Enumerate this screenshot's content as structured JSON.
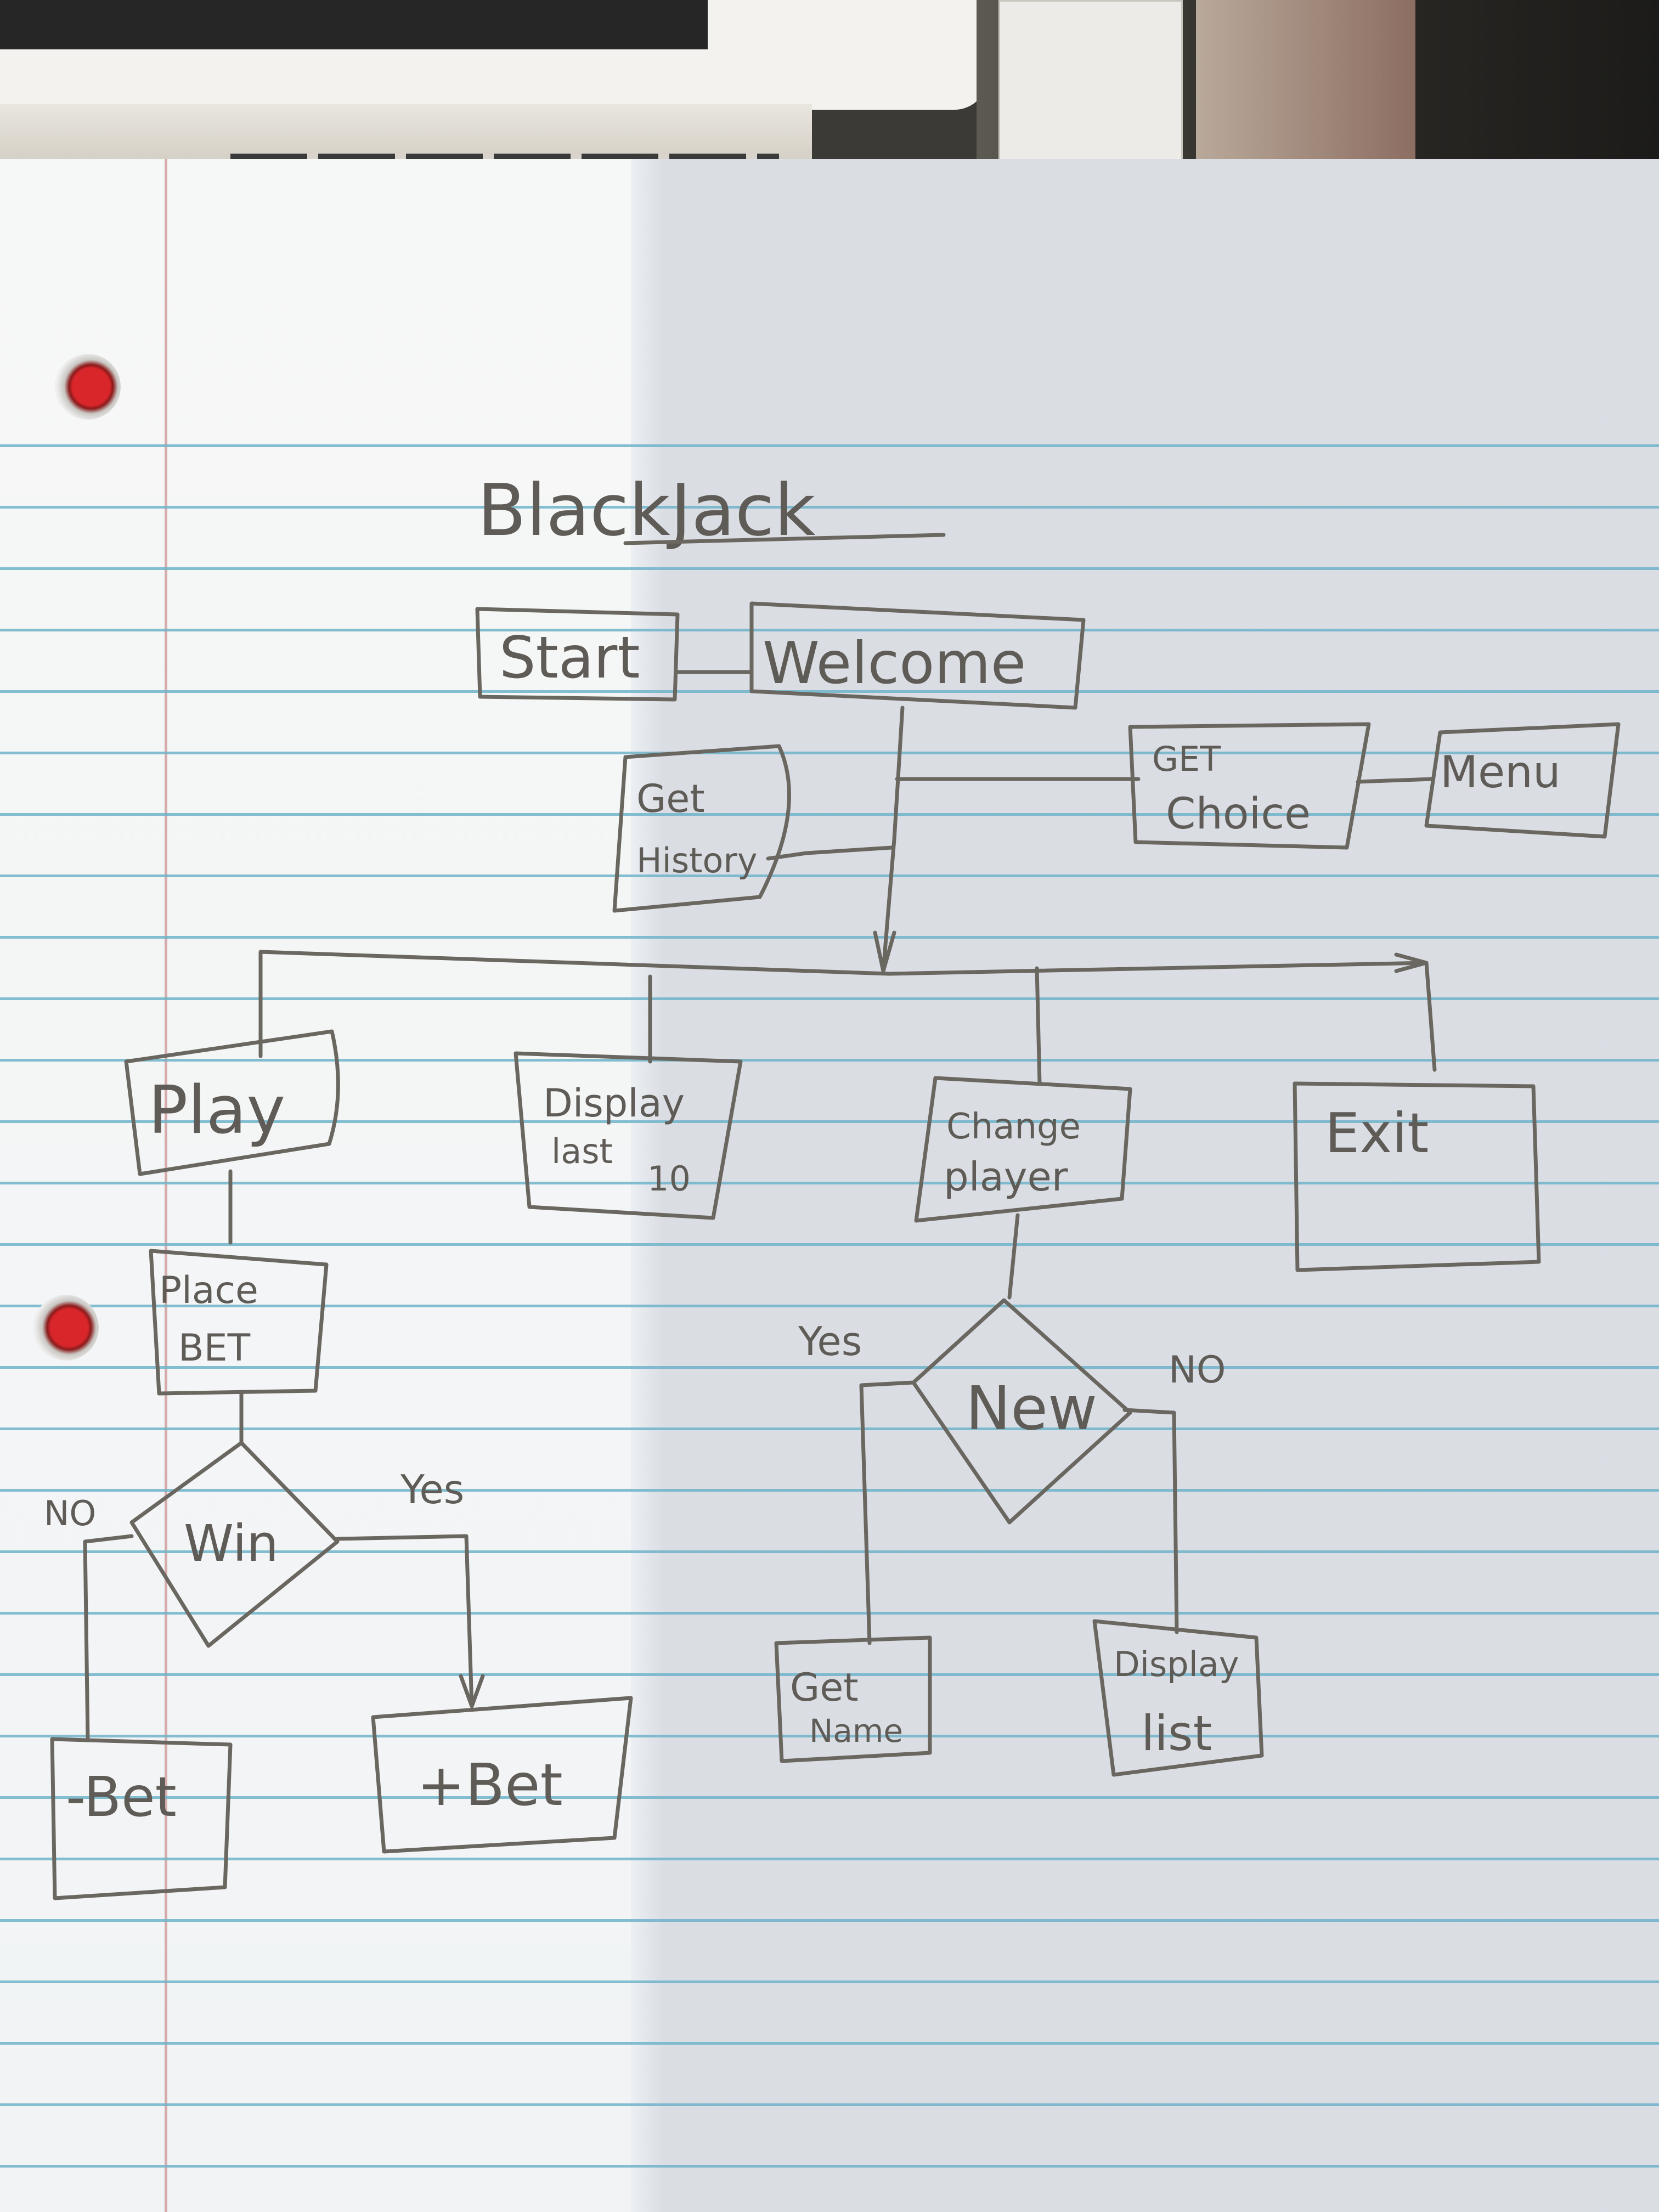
{
  "diagram": {
    "title": "BlackJack",
    "nodes": {
      "start": "Start",
      "welcome": "Welcome",
      "get_choice": [
        "GET",
        "Choice"
      ],
      "menu": "Menu",
      "get_history": [
        "Get",
        "History"
      ],
      "play": "Play",
      "display_last_10": [
        "Display",
        "last",
        "10"
      ],
      "change_player": [
        "Change",
        "player"
      ],
      "exit": "Exit",
      "place_bet": [
        "Place",
        "BET"
      ],
      "win": "Win",
      "minus_bet": "-Bet",
      "plus_bet": "+Bet",
      "new": "New",
      "get_name": [
        "Get",
        "Name"
      ],
      "display_list": [
        "Display",
        "list"
      ]
    },
    "edge_labels": {
      "win_no": "NO",
      "win_yes": "Yes",
      "new_yes": "Yes",
      "new_no": "NO"
    }
  },
  "colors": {
    "ink": "#6a6660",
    "paper": "#eceff3",
    "rule": "#6fb3c9",
    "margin": "#c98c8c",
    "hole": "#d9262b"
  }
}
